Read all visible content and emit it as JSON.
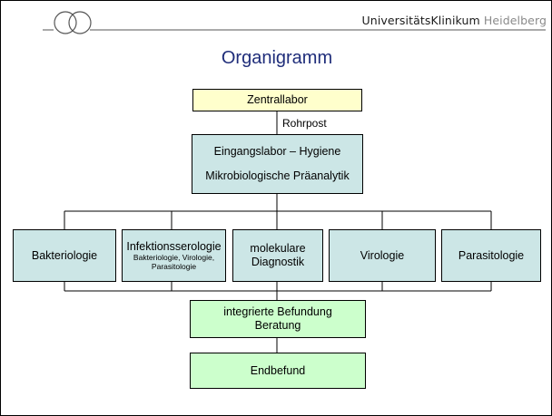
{
  "header": {
    "brand_main": "UniversitätsKlinikum",
    "brand_sub": "Heidelberg"
  },
  "title": "Organigramm",
  "chart": {
    "top": "Zentrallabor",
    "connector_label": "Rohrpost",
    "entry_line1": "Eingangslabor – Hygiene",
    "entry_line2": "Mikrobiologische Präanalytik",
    "departments": [
      {
        "label": "Bakteriologie",
        "sub": ""
      },
      {
        "label": "Infektionsserologie",
        "sub": "Bakteriologie, Virologie, Parasitologie"
      },
      {
        "label": "molekulare Diagnostik",
        "sub": ""
      },
      {
        "label": "Virologie",
        "sub": ""
      },
      {
        "label": "Parasitologie",
        "sub": ""
      }
    ],
    "integration": "integrierte Befundung Beratung",
    "final": "Endbefund"
  },
  "colors": {
    "top": "#ffffcc",
    "departments": "#cce6e6",
    "results": "#ccffcc",
    "title": "#1f2d7a"
  }
}
